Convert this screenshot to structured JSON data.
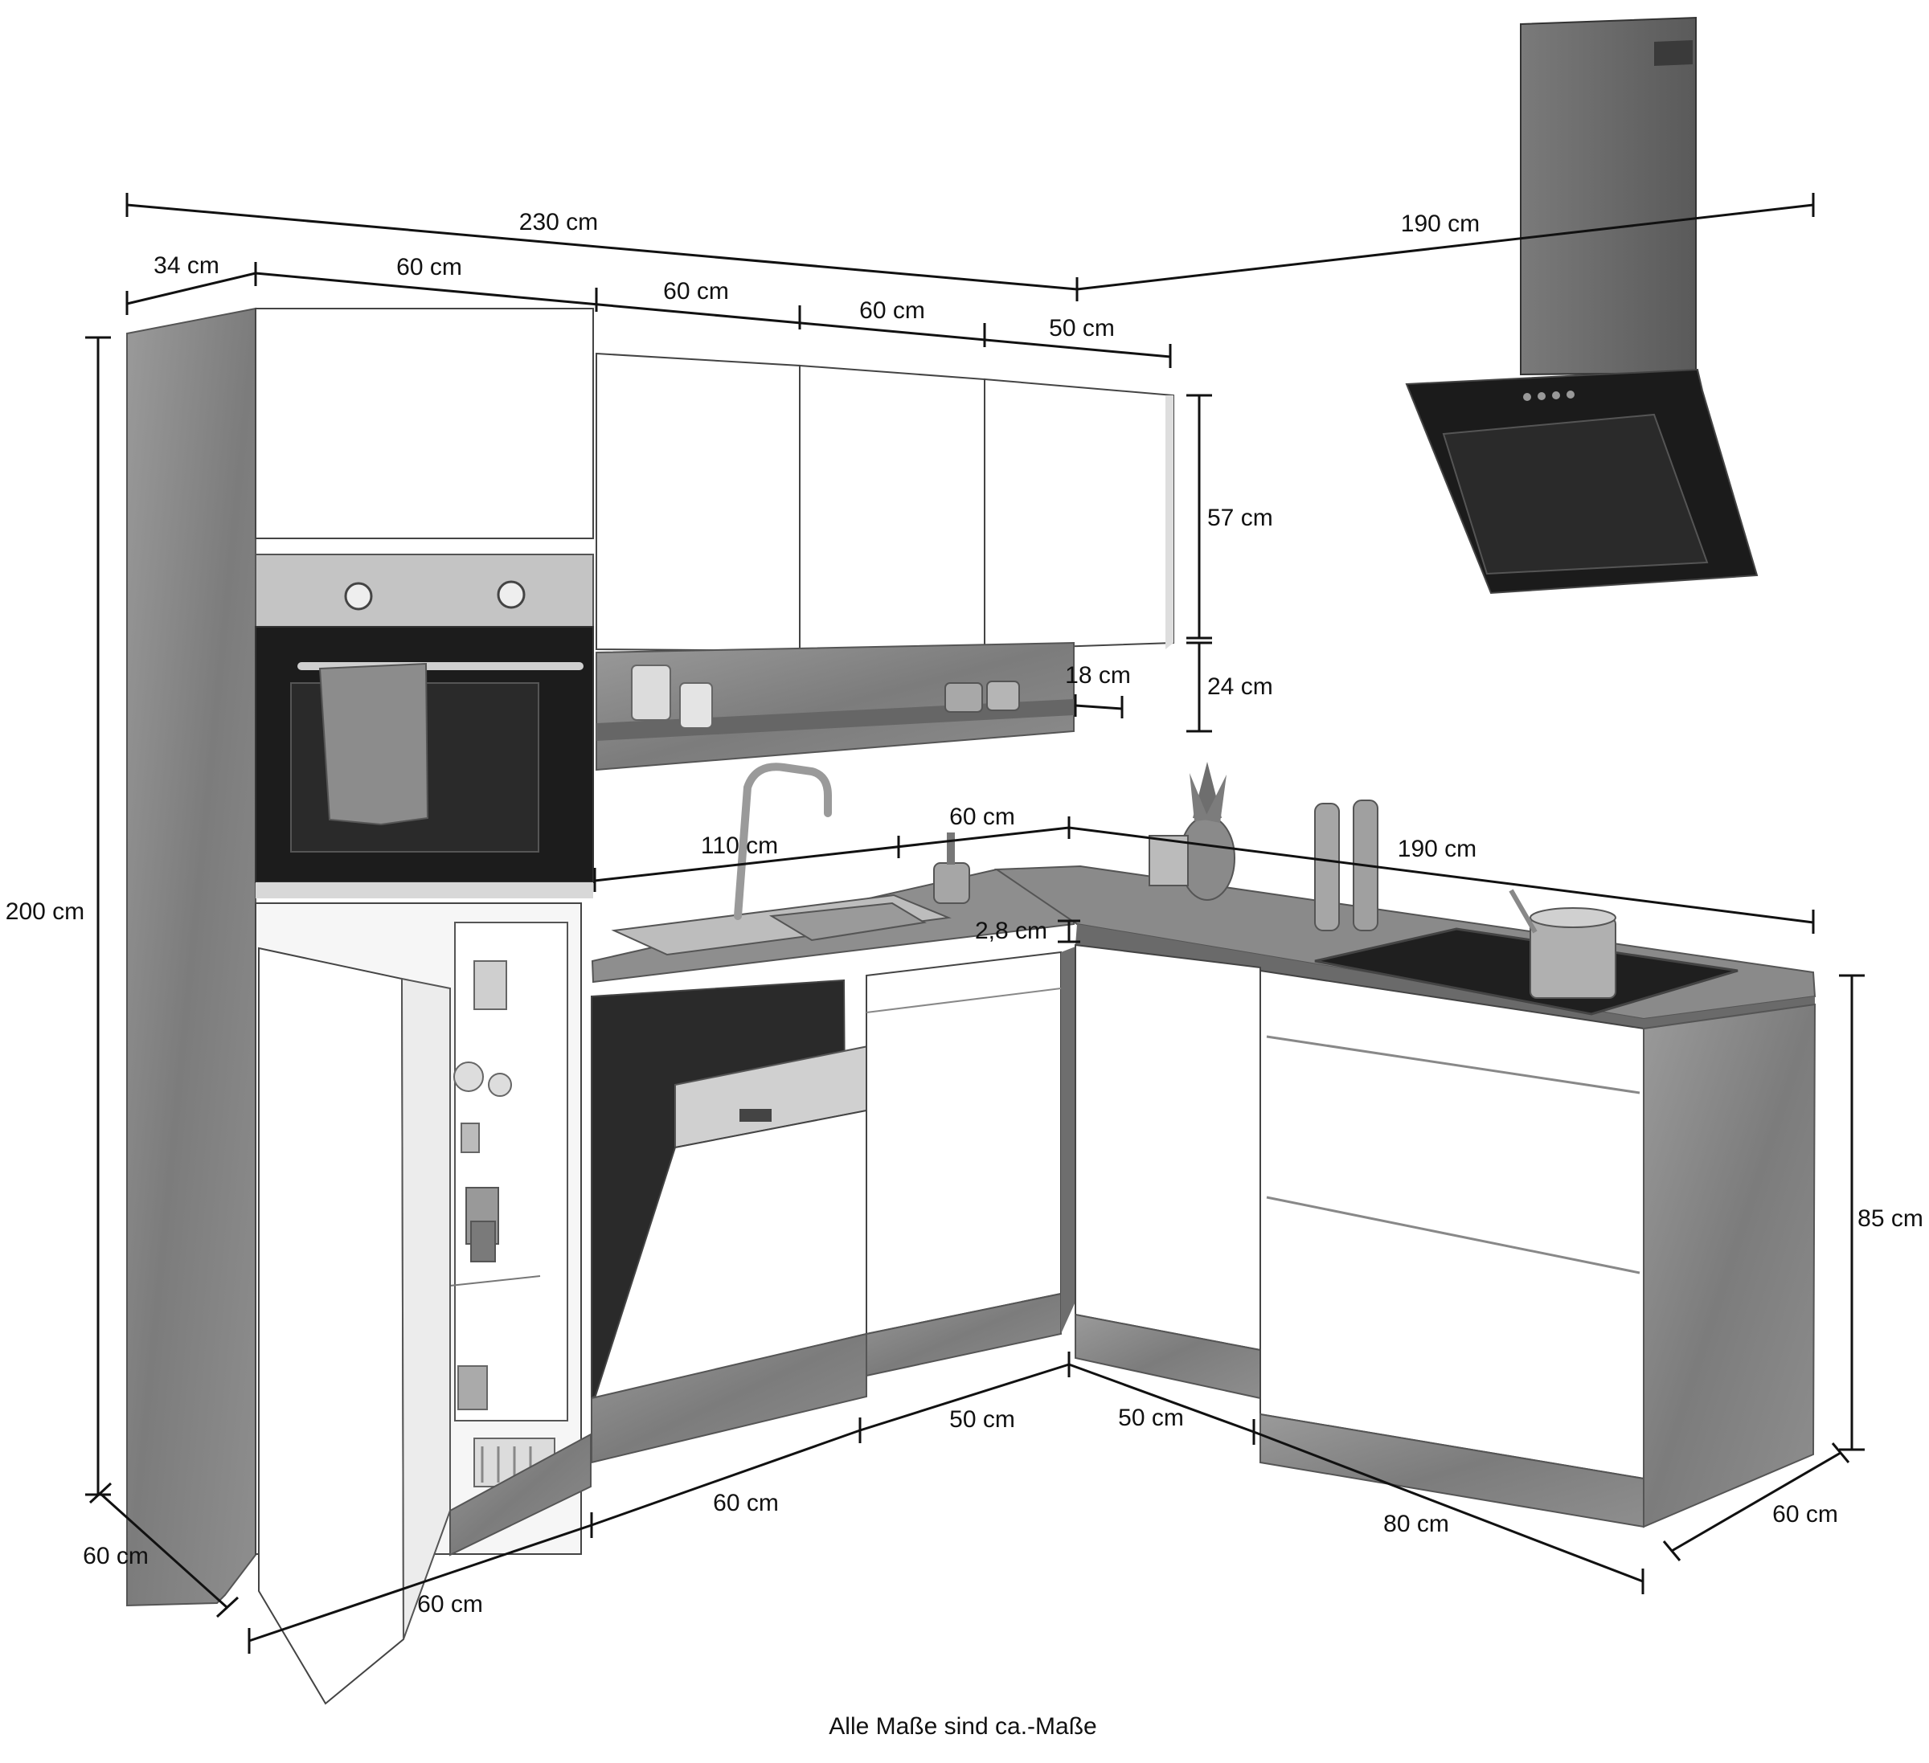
{
  "dimensions": {
    "top_total_left": "230 cm",
    "top_total_right": "190 cm",
    "top_34": "34 cm",
    "top_60a": "60 cm",
    "top_60b": "60 cm",
    "top_60c": "60 cm",
    "top_50": "50 cm",
    "wall_57": "57 cm",
    "shelf_24": "24 cm",
    "shelf_18": "18 cm",
    "height_200": "200 cm",
    "counter_110": "110 cm",
    "counter_60": "60 cm",
    "counter_190": "190 cm",
    "worktop_28": "2,8 cm",
    "height_85": "85 cm",
    "bottom_60_left_depth": "60 cm",
    "bottom_60_front": "60 cm",
    "bottom_60_middle": "60 cm",
    "bottom_50_left": "50 cm",
    "bottom_50_right": "50 cm",
    "bottom_80": "80 cm",
    "bottom_60_right_depth": "60 cm"
  },
  "caption": "Alle Maße sind ca.-Maße",
  "colors": {
    "wood": "#8a8a8a",
    "wood_dark": "#6e6e6e",
    "front": "#ffffff",
    "line": "#111111",
    "appliance_dark": "#1a1a1a",
    "steel": "#b8b8b8"
  }
}
